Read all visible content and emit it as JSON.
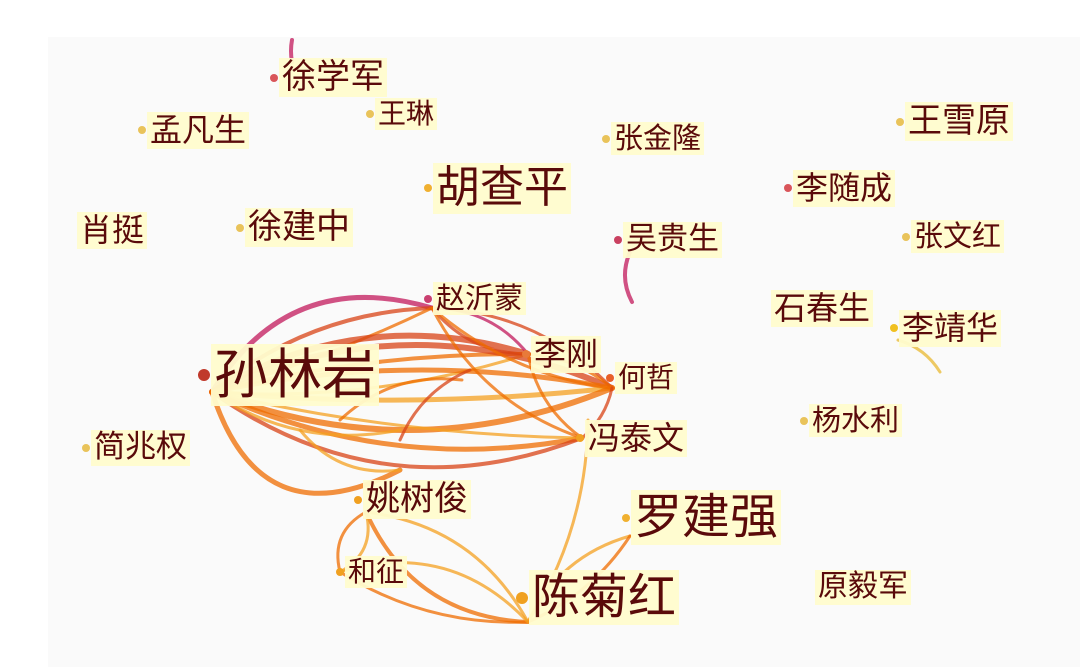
{
  "colors": {
    "background": "#fafafa",
    "label_bg": "#fffccd",
    "label_text": "#5a0a0a",
    "edge_palette": [
      "#c2185b",
      "#d84315",
      "#ef6c00",
      "#f4a020",
      "#e8b830"
    ]
  },
  "nodes": {
    "xu_xuejun": "徐学军",
    "wang_lin": "王琳",
    "meng_fansheng": "孟凡生",
    "zhang_jinlong": "张金隆",
    "wang_xueyuan": "王雪原",
    "hu_chaping": "胡查平",
    "li_suicheng": "李随成",
    "xiao_ting": "肖挺",
    "xu_jianzhong": "徐建中",
    "wu_guisheng": "吴贵生",
    "zhang_wenhong": "张文红",
    "zhao_yimeng": "赵沂蒙",
    "shi_chunsheng": "石春生",
    "li_jinghua": "李靖华",
    "sun_linyan": "孙林岩",
    "li_gang": "李刚",
    "he_zhe": "何哲",
    "yang_shuili": "杨水利",
    "jian_zhaoquan": "简兆权",
    "feng_taiwen": "冯泰文",
    "yao_shujun": "姚树俊",
    "luo_jianqiang": "罗建强",
    "he_zheng": "和征",
    "yuan_yijun": "原毅军",
    "chen_juhong": "陈菊红"
  }
}
